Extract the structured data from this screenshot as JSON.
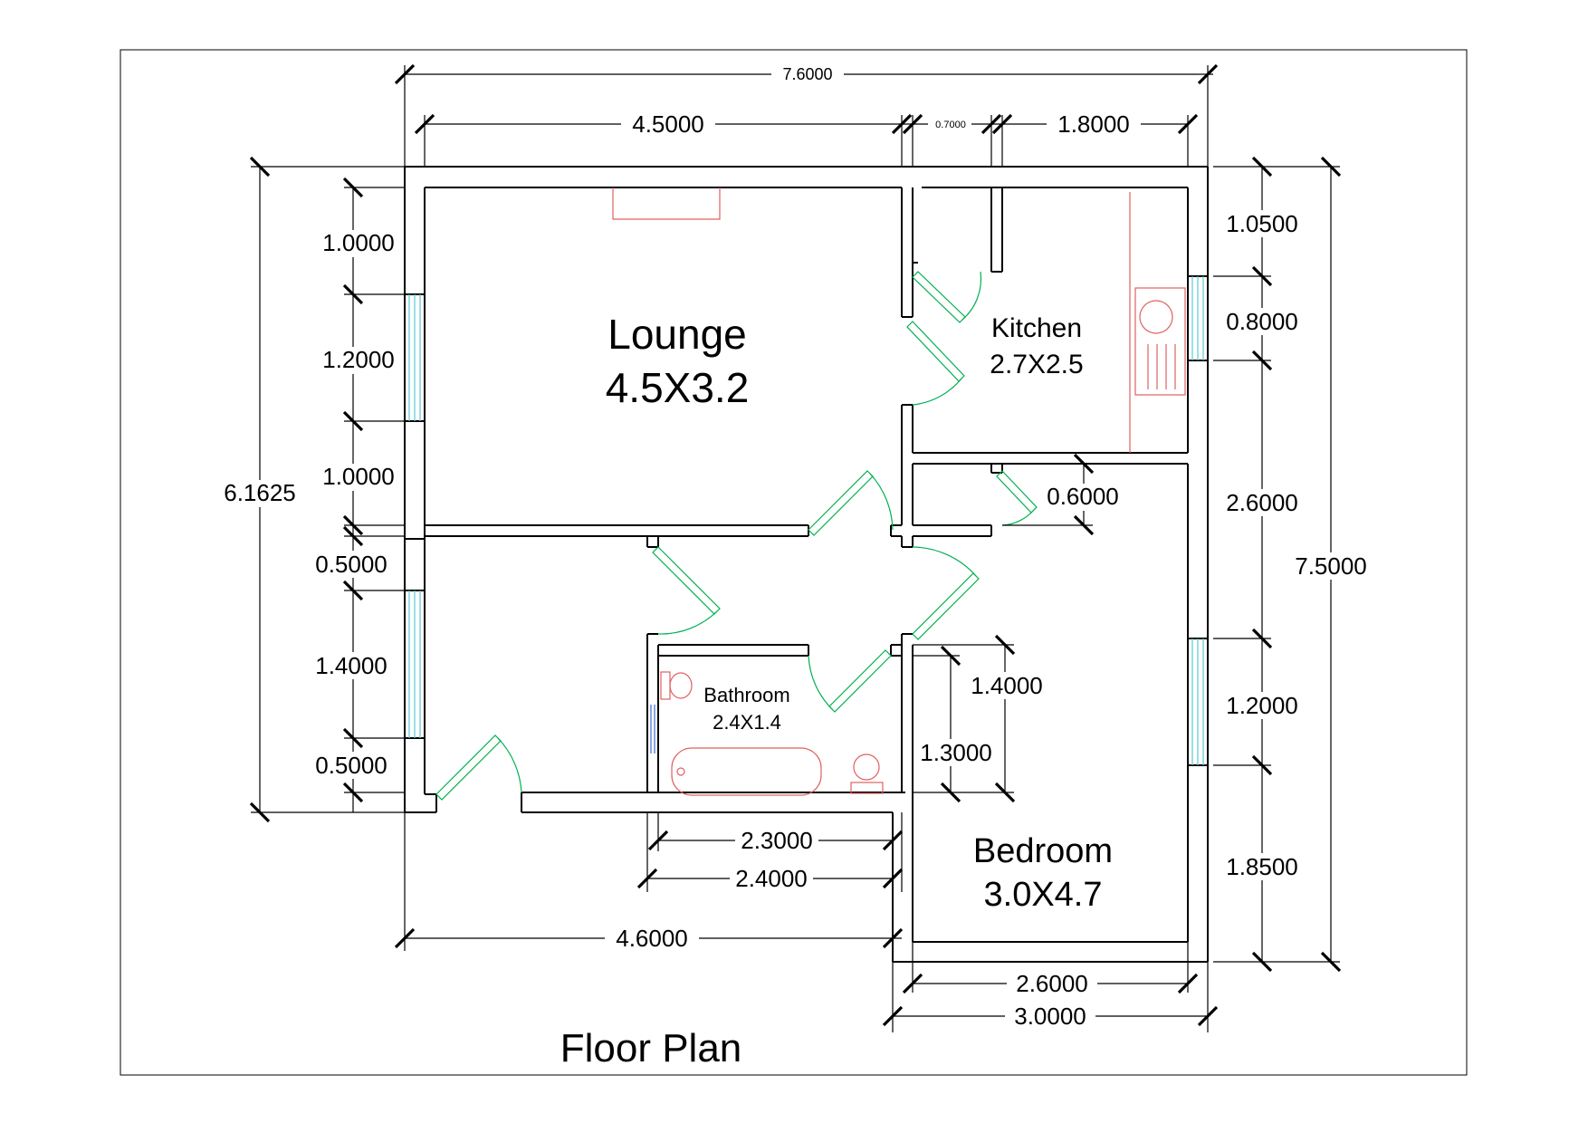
{
  "title": "Floor Plan",
  "rooms": {
    "lounge": {
      "name": "Lounge",
      "size": "4.5X3.2"
    },
    "kitchen": {
      "name": "Kitchen",
      "size": "2.7X2.5"
    },
    "bathroom": {
      "name": "Bathroom",
      "size": "2.4X1.4"
    },
    "bedroom": {
      "name": "Bedroom",
      "size": "3.0X4.7"
    }
  },
  "dimensions": {
    "overall_width": "7.6000",
    "lounge_width": "4.5000",
    "passage_width": "0.7000",
    "kitchen_right_width": "1.8000",
    "left_height": "6.1625",
    "left_seg_1": "1.0000",
    "left_seg_2": "1.2000",
    "left_seg_3": "1.0000",
    "left_seg_4": "0.5000",
    "left_seg_5": "1.4000",
    "left_seg_6": "0.5000",
    "right_seg_1": "1.0500",
    "right_seg_2": "0.8000",
    "right_seg_3": "2.6000",
    "right_seg_4": "1.2000",
    "right_seg_5": "1.8500",
    "right_height": "7.5000",
    "cupboard_door": "0.6000",
    "bath_inner_width": "2.3000",
    "bath_outer_width": "2.4000",
    "front_width": "4.6000",
    "bedroom_inner_width": "2.6000",
    "bedroom_outer_width": "3.0000",
    "bath_height_outer": "1.4000",
    "bath_height_inner": "1.3000"
  },
  "colors": {
    "walls": "#000000",
    "doors": "#00b050",
    "windows": "#5cc9d6",
    "fixtures": "#e06060"
  }
}
